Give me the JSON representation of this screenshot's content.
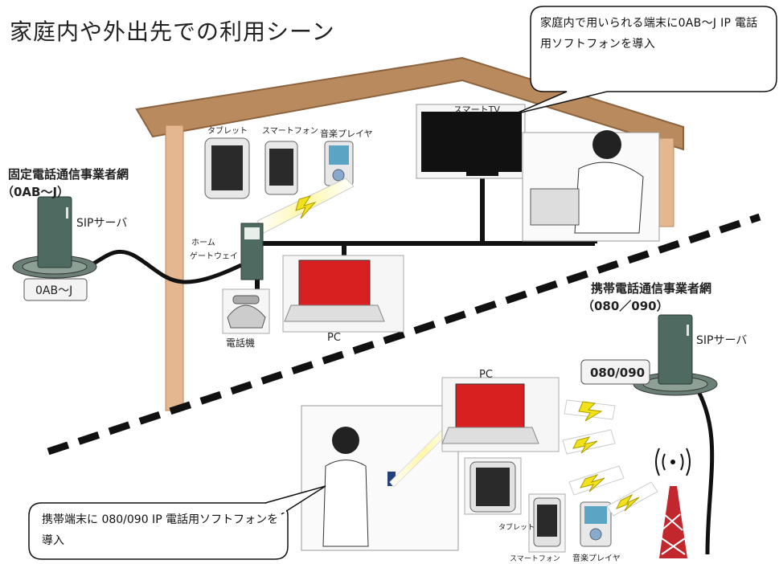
{
  "title": "家庭内や外出先での利用シーン",
  "callouts": {
    "home": "家庭内で用いられる端末に0AB～J IP 電話用ソフトフォンを導入",
    "mobile": "携帯端末に 080/090 IP 電話用ソフトフォンを導入"
  },
  "fixed_net": {
    "title": "固定電話通信事業者網",
    "subtitle": "（0AB～J）",
    "server": "SIPサーバ",
    "badge": "0AB～J"
  },
  "mobile_net": {
    "title": "携帯電話通信事業者網",
    "subtitle": "（080／090）",
    "server": "SIPサーバ",
    "badge": "080/090"
  },
  "home_devices": {
    "tablet": "タブレット",
    "smartphone": "スマートフォン",
    "music_player": "音楽プレイヤ",
    "smart_tv": "スマートTV",
    "gateway_line1": "ホーム",
    "gateway_line2": "ゲートウェイ",
    "pc": "PC",
    "phone": "電話機"
  },
  "outside_devices": {
    "pc": "PC",
    "tablet": "タブレット",
    "smartphone": "スマートフォン",
    "music_player": "音楽プレイヤ"
  },
  "colors": {
    "roof": "#b98a5e",
    "server": "#4f6b61",
    "lightning": "#f2e21a",
    "screen": "#d92020"
  }
}
